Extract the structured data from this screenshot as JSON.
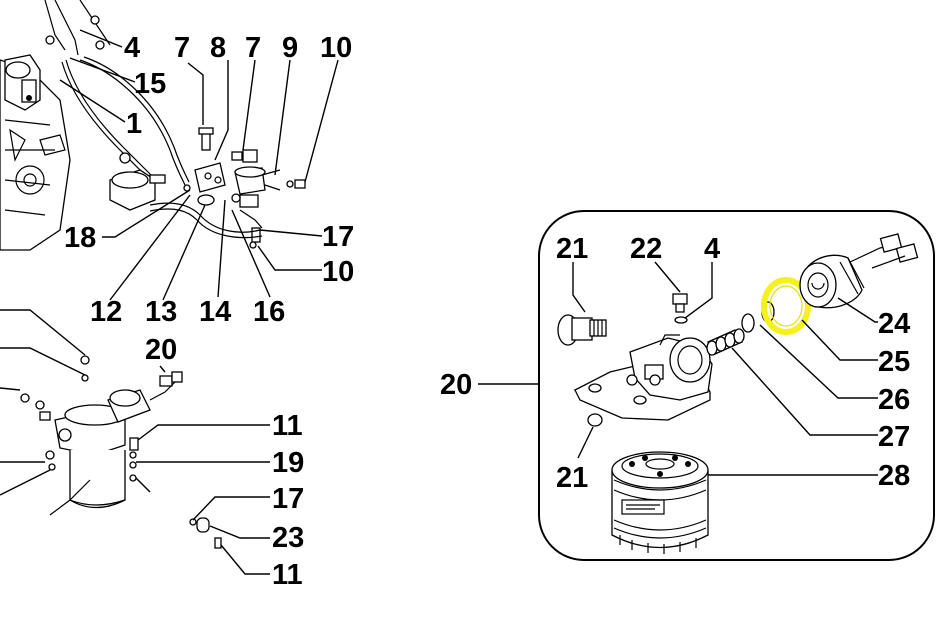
{
  "diagram": {
    "title": "Fuel filter assembly exploded view",
    "highlight_color": "#f5f01e",
    "highlighted_part": "25",
    "left_labels": {
      "l4": "4",
      "l15": "15",
      "l1": "1",
      "l7a": "7",
      "l8": "8",
      "l7b": "7",
      "l9": "9",
      "l10a": "10",
      "l18": "18",
      "l17a": "17",
      "l10b": "10",
      "l12": "12",
      "l13": "13",
      "l14": "14",
      "l16": "16",
      "l20": "20",
      "l11a": "11",
      "l19": "19",
      "l17b": "17",
      "l23": "23",
      "l11b": "11"
    },
    "inset_labels": {
      "l20": "20",
      "l21a": "21",
      "l22": "22",
      "l4": "4",
      "l24": "24",
      "l25": "25",
      "l26": "26",
      "l27": "27",
      "l28": "28",
      "l21b": "21"
    }
  }
}
